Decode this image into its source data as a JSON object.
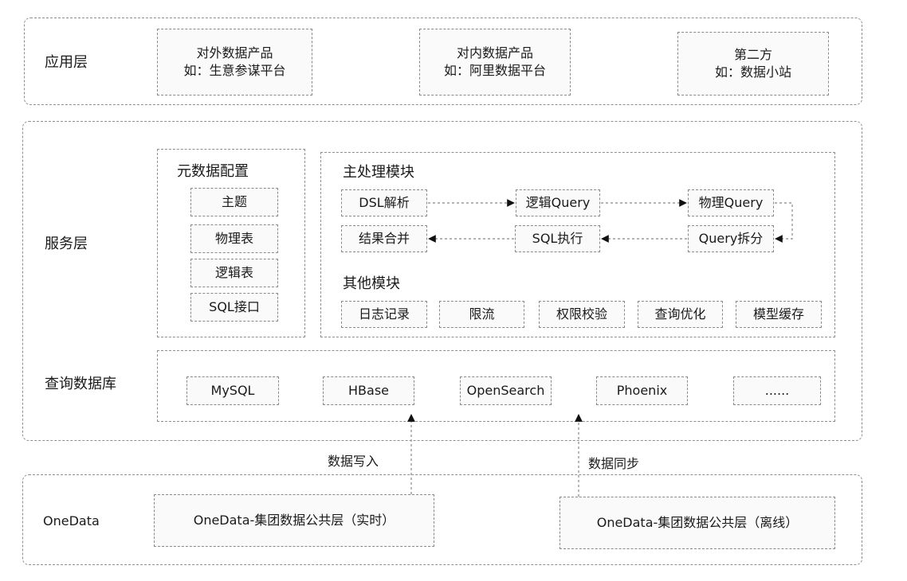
{
  "application_layer": {
    "label": "应用层",
    "boxes": [
      {
        "line1": "对外数据产品",
        "line2": "如：生意参谋平台"
      },
      {
        "line1": "对内数据产品",
        "line2": "如：阿里数据平台"
      },
      {
        "line1": "第二方",
        "line2": "如：数据小站"
      }
    ]
  },
  "service_layer": {
    "label": "服务层",
    "metadata": {
      "title": "元数据配置",
      "items": [
        "主题",
        "物理表",
        "逻辑表",
        "SQL接口"
      ]
    },
    "main_processing": {
      "title": "主处理模块",
      "dsl": "DSL解析",
      "logical_query": "逻辑Query",
      "physical_query": "物理Query",
      "merge": "结果合并",
      "sql_exec": "SQL执行",
      "query_split": "Query拆分"
    },
    "other_modules": {
      "title": "其他模块",
      "items": [
        "日志记录",
        "限流",
        "权限校验",
        "查询优化",
        "模型缓存"
      ]
    }
  },
  "query_db": {
    "label": "查询数据库",
    "items": [
      "MySQL",
      "HBase",
      "OpenSearch",
      "Phoenix",
      "......"
    ]
  },
  "flows": {
    "write": "数据写入",
    "sync": "数据同步"
  },
  "onedata": {
    "label": "OneData",
    "realtime": "OneData-集团数据公共层（实时）",
    "offline": "OneData-集团数据公共层（离线）"
  }
}
